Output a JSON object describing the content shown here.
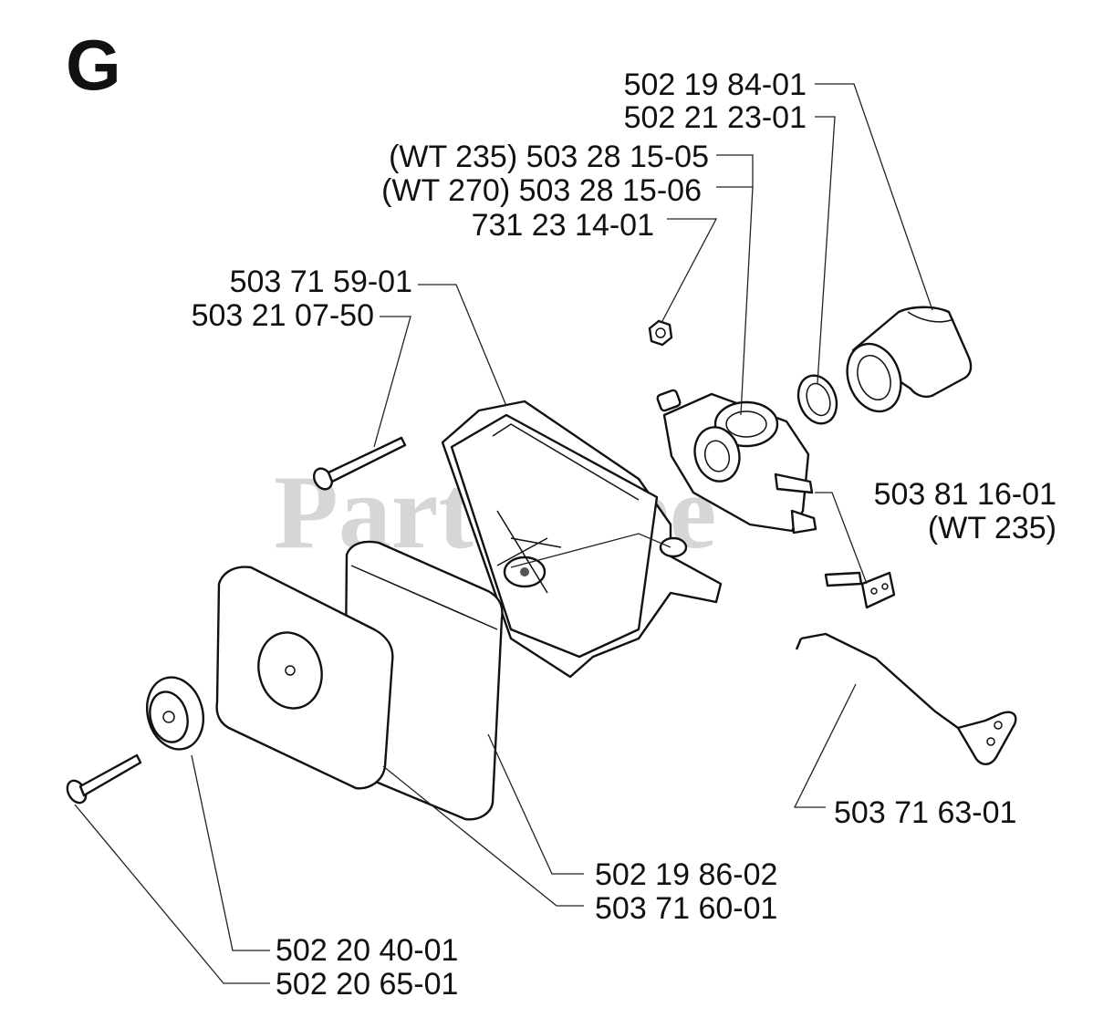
{
  "section_letter": "G",
  "watermark": "PartsTree",
  "labels": {
    "p_502198401": "502 19 84-01",
    "p_502212301": "502 21 23-01",
    "p_503281505": "(WT 235) 503 28 15-05",
    "p_503281506": "(WT 270) 503 28 15-06",
    "p_731231401": "731 23 14-01",
    "p_503715901": "503 71 59-01",
    "p_503210750": "503 21 07-50",
    "p_503811601": "503 81 16-01",
    "p_503811601_note": "(WT 235)",
    "p_503716301": "503 71 63-01",
    "p_502198602": "502 19 86-02",
    "p_503716001": "503 71 60-01",
    "p_502204001": "502 20 40-01",
    "p_502206501": "502 20 65-01"
  }
}
